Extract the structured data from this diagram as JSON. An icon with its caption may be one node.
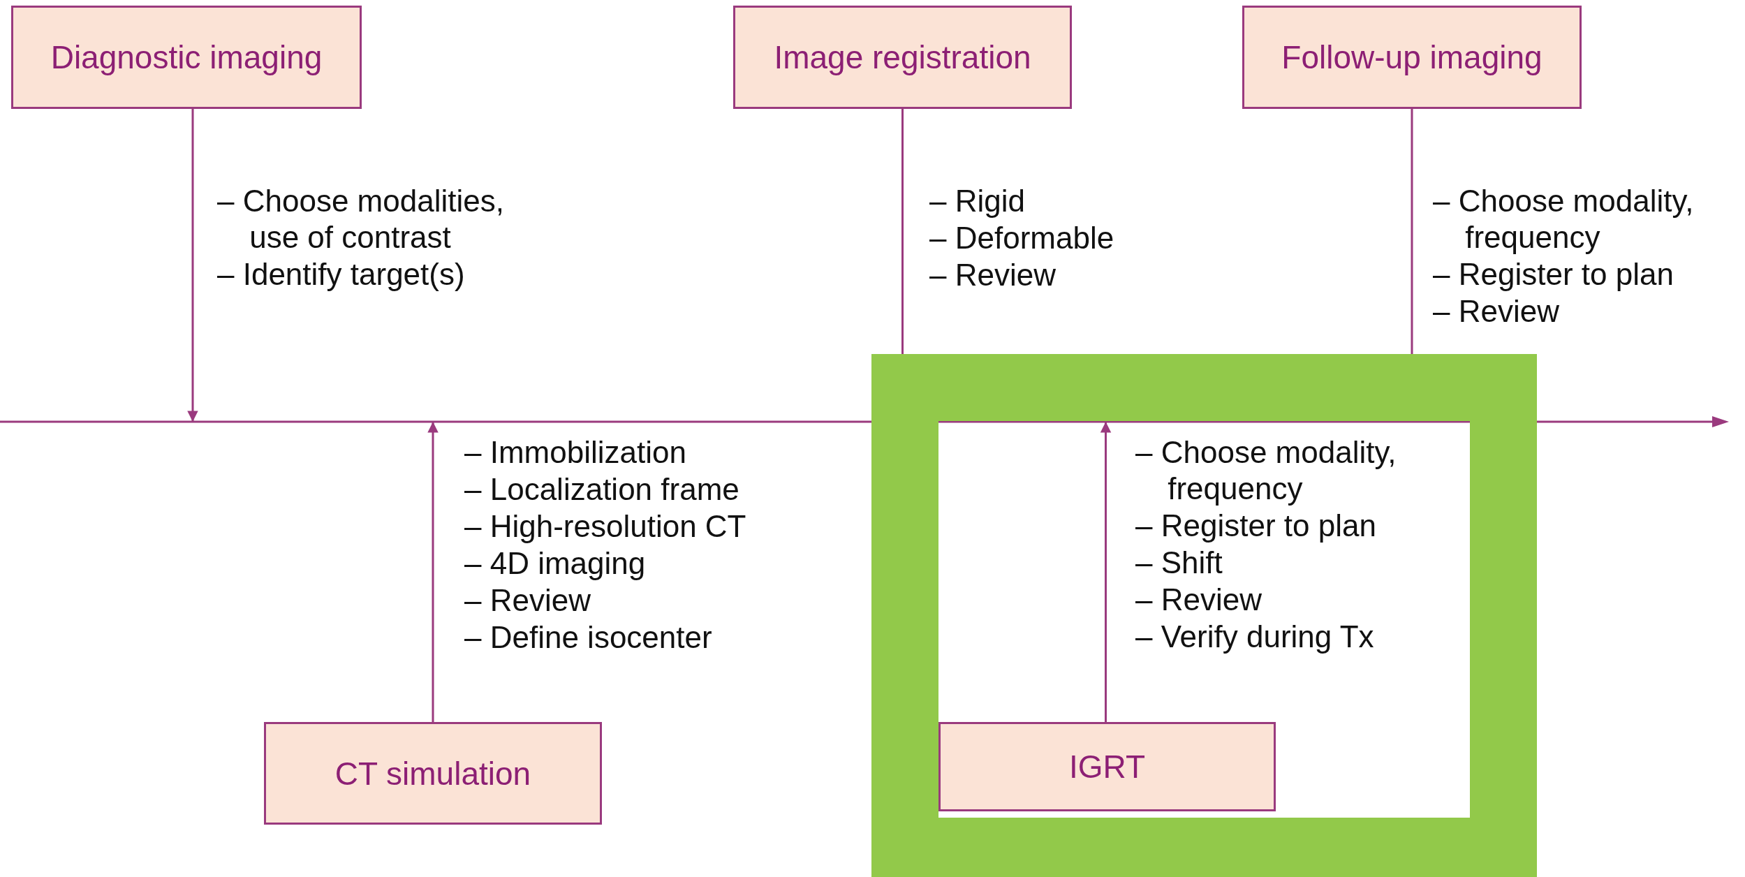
{
  "diagram": {
    "nodes": [
      {
        "text": [
          "Diagnostic imaging"
        ],
        "beside": [
          "– Choose modalities, use of contrast",
          "– Identify target(s)"
        ]
      },
      {
        "text": [
          "Image registration"
        ],
        "beside": [
          "– Rigid",
          "– Deformable",
          "– Review"
        ]
      },
      {
        "text": [
          "Follow-up imaging"
        ],
        "beside": [
          "– Choose modality, frequency",
          "– Register to plan",
          "– Review"
        ]
      },
      {
        "text": [],
        "shape": "box"
      },
      {
        "text": [
          "CT simulation"
        ],
        "beside": [
          "– Immobilization",
          "– Localization frame",
          "– High-resolution CT",
          "– 4D imaging",
          "– Review",
          "– Define isocenter"
        ]
      },
      {
        "text": [
          "IGRT"
        ],
        "in": 3,
        "beside": [
          "– Choose modality, frequency",
          "– Register to plan",
          "– Shift",
          "– Review",
          "– Verify during Tx"
        ]
      }
    ],
    "edges": [
      {
        "from": 0,
        "to": null,
        "arrow": "to"
      },
      {
        "from": 1,
        "to": 3,
        "arrow": "none"
      },
      {
        "from": 2,
        "to": 3,
        "arrow": "none"
      },
      {
        "from": 4,
        "to": null,
        "arrow": "to"
      },
      {
        "from": 5,
        "to": null,
        "arrow": "to"
      }
    ]
  }
}
